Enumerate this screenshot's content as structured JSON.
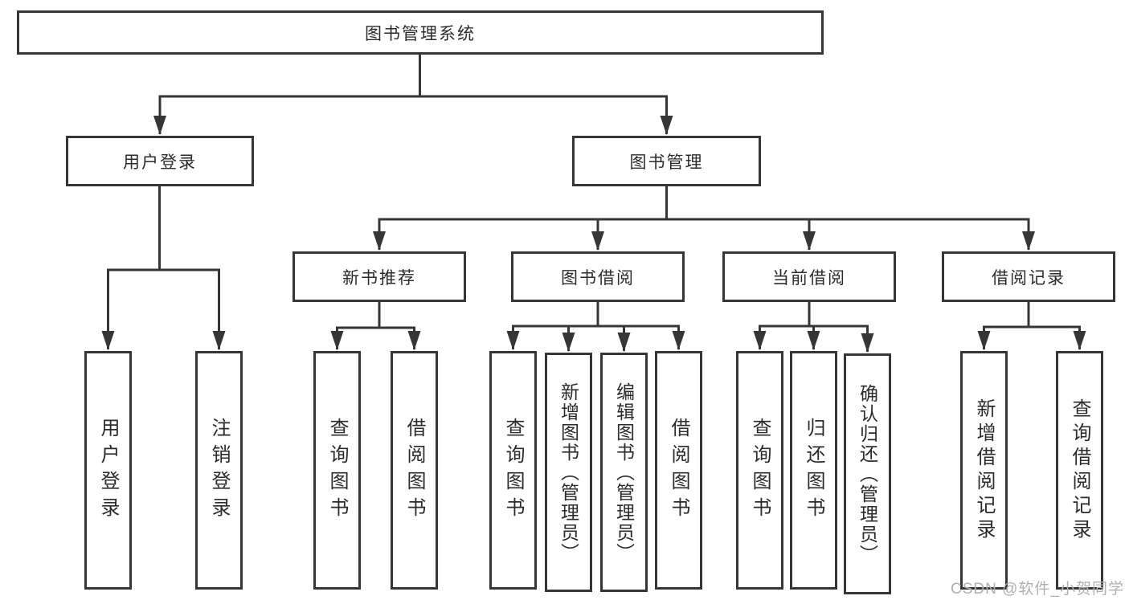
{
  "colors": {
    "line": "#363636",
    "node_border": "#363636",
    "node_background": "#ffffff",
    "text": "#2b2b2b",
    "watermark": "#b0b0b0"
  },
  "tree": {
    "label": "图书管理系统",
    "children": [
      {
        "label": "用户登录",
        "children": [
          {
            "label": "用户登录"
          },
          {
            "label": "注销登录"
          }
        ]
      },
      {
        "label": "图书管理",
        "children": [
          {
            "label": "新书推荐",
            "children": [
              {
                "label": "查询图书"
              },
              {
                "label": "借阅图书"
              }
            ]
          },
          {
            "label": "图书借阅",
            "children": [
              {
                "label": "查询图书"
              },
              {
                "label": "新增图书（管理员）"
              },
              {
                "label": "编辑图书（管理员）"
              },
              {
                "label": "借阅图书"
              }
            ]
          },
          {
            "label": "当前借阅",
            "children": [
              {
                "label": "查询图书"
              },
              {
                "label": "归还图书"
              },
              {
                "label": "确认归还（管理员）"
              }
            ]
          },
          {
            "label": "借阅记录",
            "children": [
              {
                "label": "新增借阅记录"
              },
              {
                "label": "查询借阅记录"
              }
            ]
          }
        ]
      }
    ]
  },
  "watermark": {
    "text": "CSDN @软件_小贺同学"
  }
}
